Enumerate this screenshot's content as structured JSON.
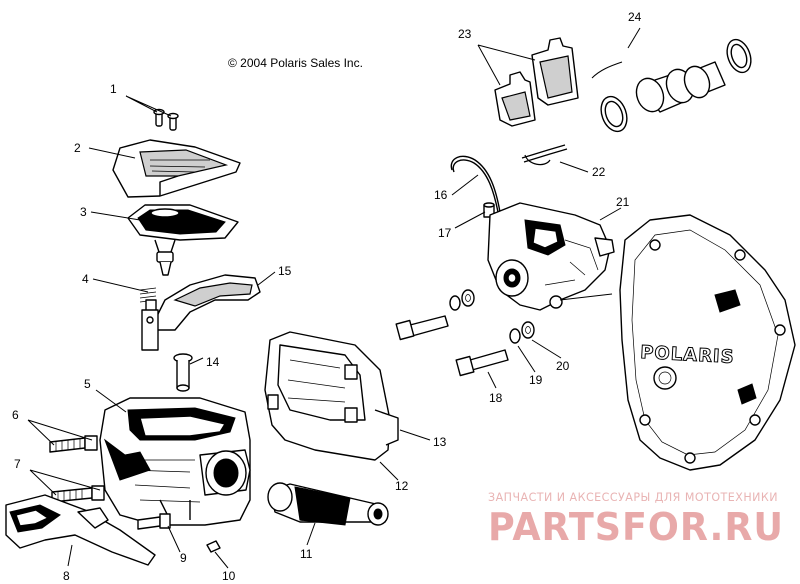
{
  "copyright": "© 2004 Polaris Sales Inc.",
  "brand_mark": "POLARIS",
  "watermark": {
    "tagline": "ЗАПЧАСТИ И АКСЕССУАРЫ ДЛЯ МОТОТЕХНИКИ",
    "site": "PARTSFOR.RU"
  },
  "callouts": [
    "1",
    "2",
    "3",
    "4",
    "5",
    "6",
    "7",
    "8",
    "9",
    "10",
    "11",
    "12",
    "13",
    "14",
    "15",
    "16",
    "17",
    "18",
    "19",
    "20",
    "21",
    "22",
    "23",
    "24"
  ]
}
